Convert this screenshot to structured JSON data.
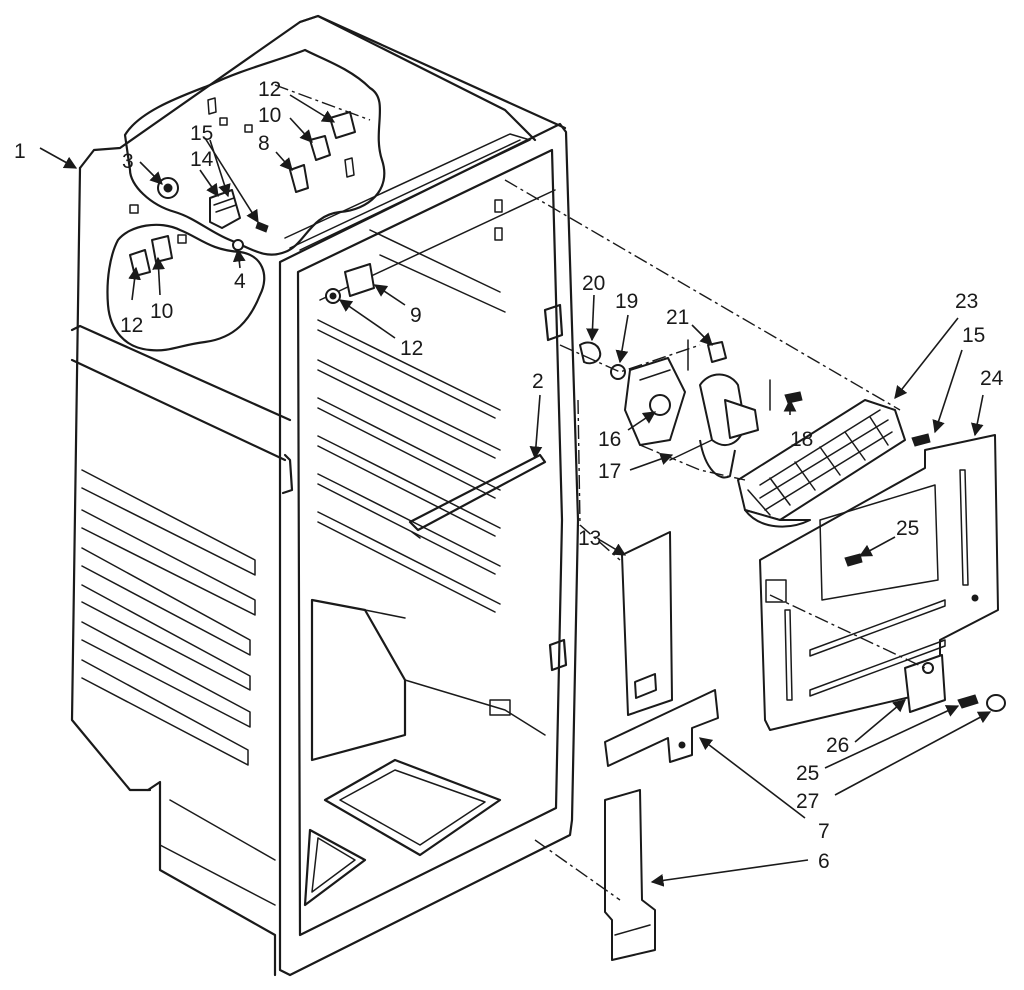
{
  "callouts": [
    {
      "id": "c1",
      "text": "1"
    },
    {
      "id": "c2",
      "text": "2"
    },
    {
      "id": "c3",
      "text": "3"
    },
    {
      "id": "c4",
      "text": "4"
    },
    {
      "id": "c6",
      "text": "6"
    },
    {
      "id": "c7",
      "text": "7"
    },
    {
      "id": "c8",
      "text": "8"
    },
    {
      "id": "c9",
      "text": "9"
    },
    {
      "id": "c10a",
      "text": "10"
    },
    {
      "id": "c10b",
      "text": "10"
    },
    {
      "id": "c12a",
      "text": "12"
    },
    {
      "id": "c12b",
      "text": "12"
    },
    {
      "id": "c12c",
      "text": "12"
    },
    {
      "id": "c13",
      "text": "13"
    },
    {
      "id": "c14",
      "text": "14"
    },
    {
      "id": "c15a",
      "text": "15"
    },
    {
      "id": "c15b",
      "text": "15"
    },
    {
      "id": "c16",
      "text": "16"
    },
    {
      "id": "c17",
      "text": "17"
    },
    {
      "id": "c18",
      "text": "18"
    },
    {
      "id": "c19",
      "text": "19"
    },
    {
      "id": "c20",
      "text": "20"
    },
    {
      "id": "c21",
      "text": "21"
    },
    {
      "id": "c23",
      "text": "23"
    },
    {
      "id": "c24",
      "text": "24"
    },
    {
      "id": "c25a",
      "text": "25"
    },
    {
      "id": "c25b",
      "text": "25"
    },
    {
      "id": "c26",
      "text": "26"
    },
    {
      "id": "c27",
      "text": "27"
    }
  ],
  "colors": {
    "ink": "#1a1a1a",
    "paper": "#ffffff"
  }
}
